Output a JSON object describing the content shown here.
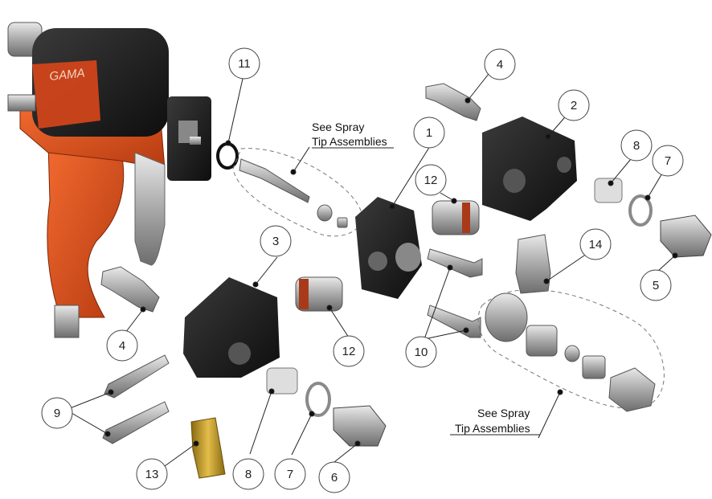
{
  "brand_mark": "GAMA",
  "notes": [
    {
      "line1": "See Spray",
      "line2": "Tip Assemblies"
    },
    {
      "line1": "See Spray",
      "line2": "Tip Assemblies"
    }
  ],
  "callouts": [
    "11",
    "4",
    "2",
    "1",
    "12",
    "8",
    "7",
    "3",
    "14",
    "5",
    "4",
    "12",
    "10",
    "9",
    "13",
    "8",
    "7",
    "6"
  ],
  "colors": {
    "gun_body": "#e8521c",
    "gun_shadow": "#b83a10",
    "black_part": "#1c1c1c",
    "metal": "#b9b9b9",
    "brass": "#c9a030",
    "callout_circle": "#ffffff",
    "leader": "#222222"
  }
}
